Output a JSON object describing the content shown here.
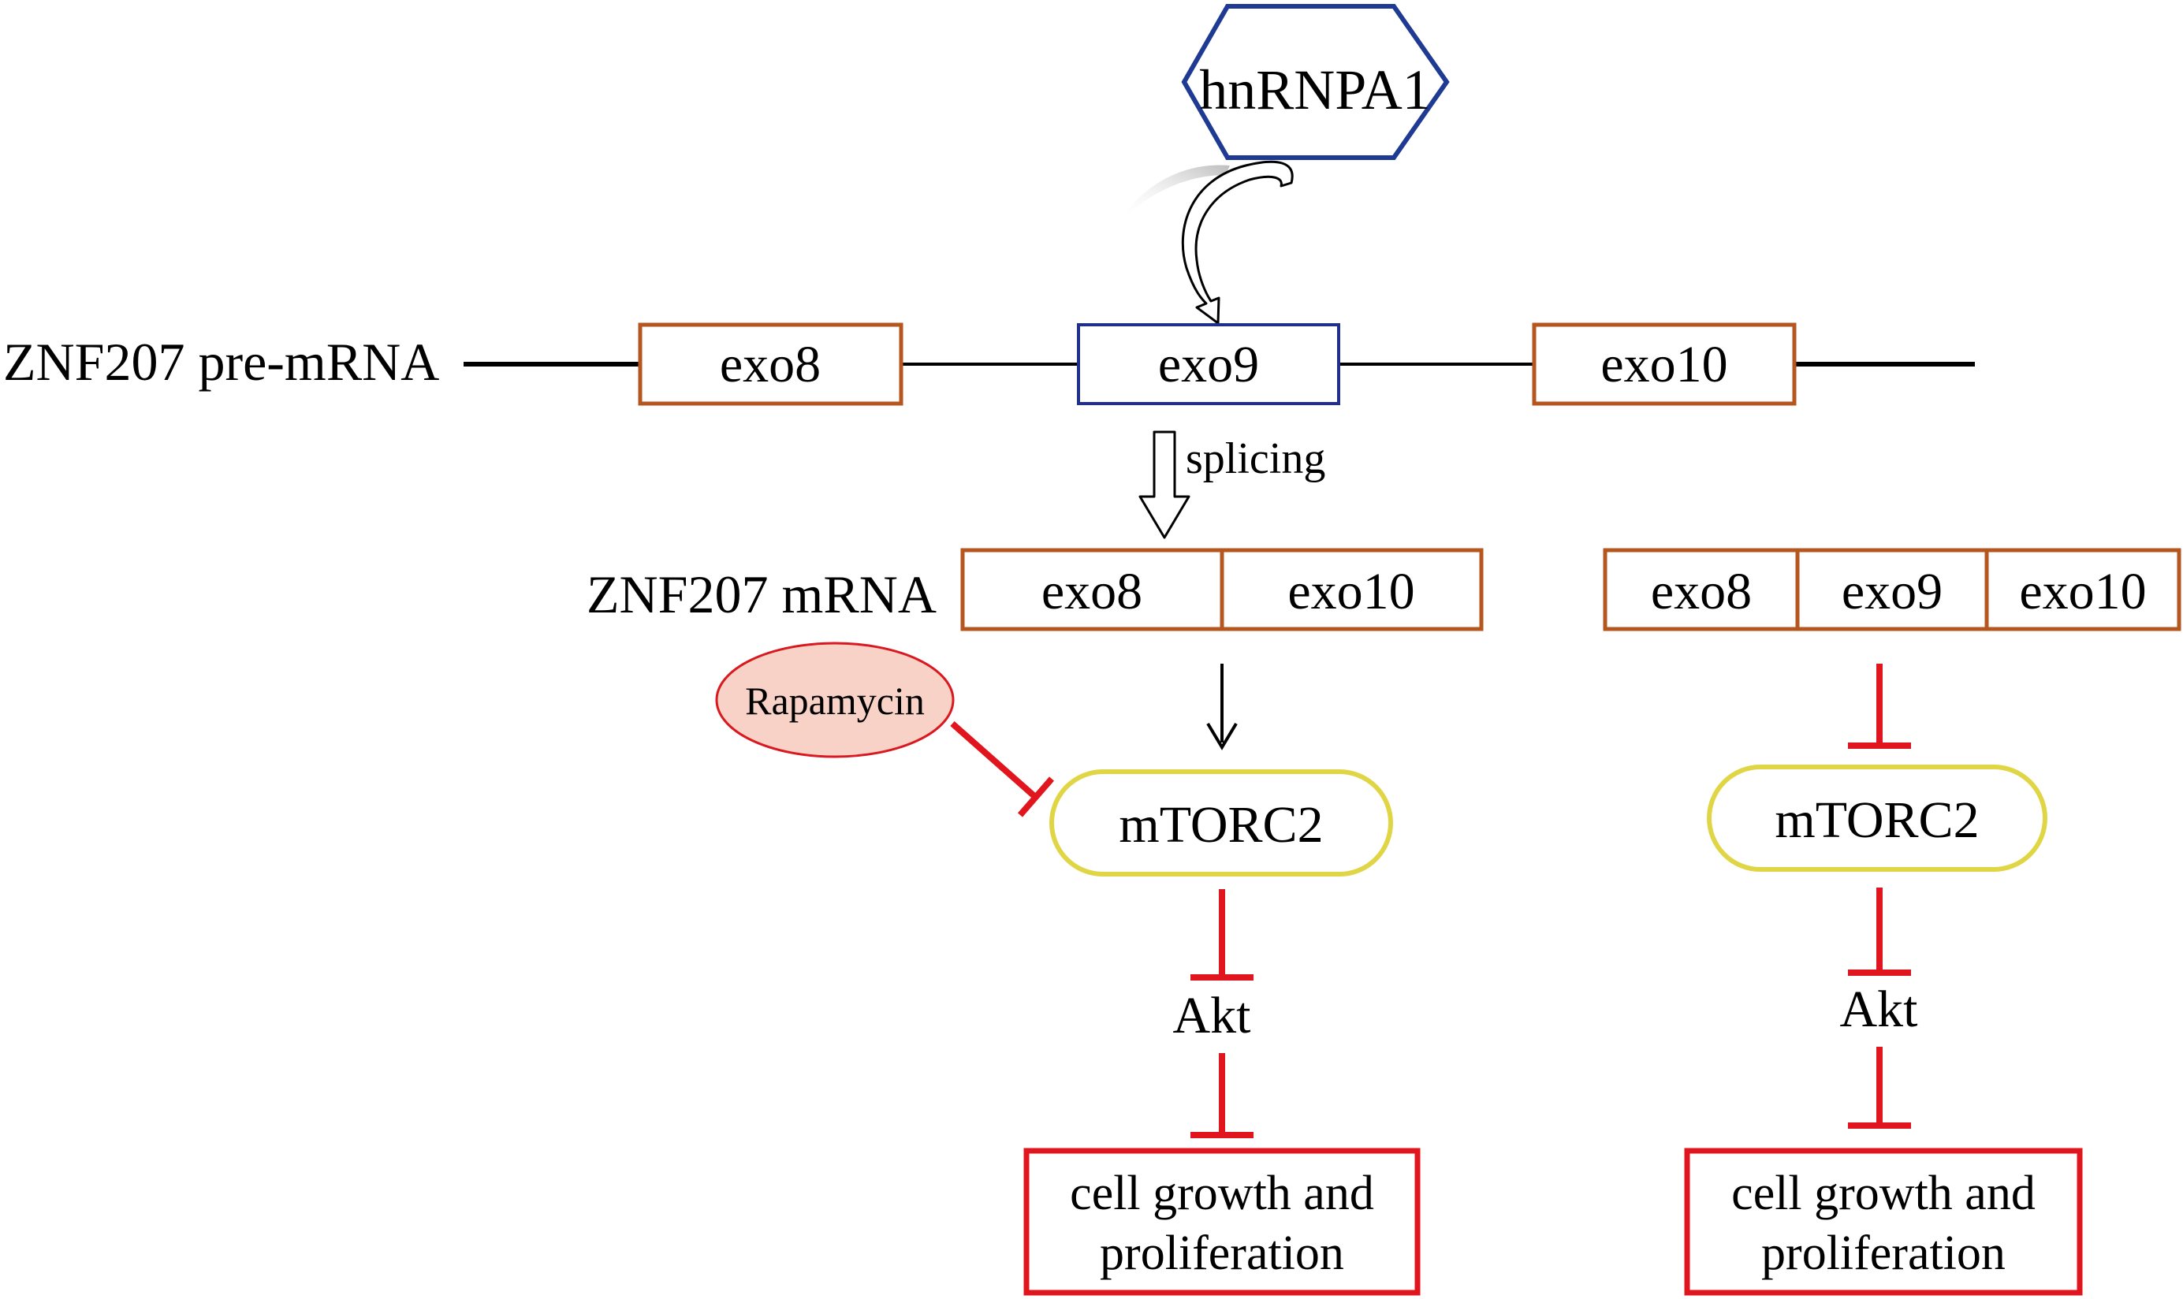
{
  "colors": {
    "exon_border": "#b5561e",
    "hnrnpa1_border": "#1f3a93",
    "exo9_border": "#1f2f8a",
    "mtorc2_border": "#e0d645",
    "inhibit_red": "#e0151d",
    "rapamycin_fill": "#f9d2c7",
    "rapamycin_border": "#d9181f",
    "curved_arrow_shadow": "#c8c8c8"
  },
  "hnrnpa1": {
    "label": "hnRNPA1"
  },
  "pre_mrna": {
    "label": "ZNF207 pre-mRNA",
    "exons": [
      "exo8",
      "exo9",
      "exo10"
    ]
  },
  "splicing": {
    "label": "splicing"
  },
  "mrna_spliced": {
    "label": "ZNF207 mRNA",
    "exons": [
      "exo8",
      "exo10"
    ]
  },
  "mrna_full": {
    "exons": [
      "exo8",
      "exo9",
      "exo10"
    ]
  },
  "rapamycin": {
    "label": "Rapamycin"
  },
  "left_path": {
    "mtorc2": "mTORC2",
    "akt": "Akt",
    "outcome_line1": "cell growth and",
    "outcome_line2": "proliferation"
  },
  "right_path": {
    "mtorc2": "mTORC2",
    "akt": "Akt",
    "outcome_line1": "cell growth and",
    "outcome_line2": "proliferation"
  }
}
